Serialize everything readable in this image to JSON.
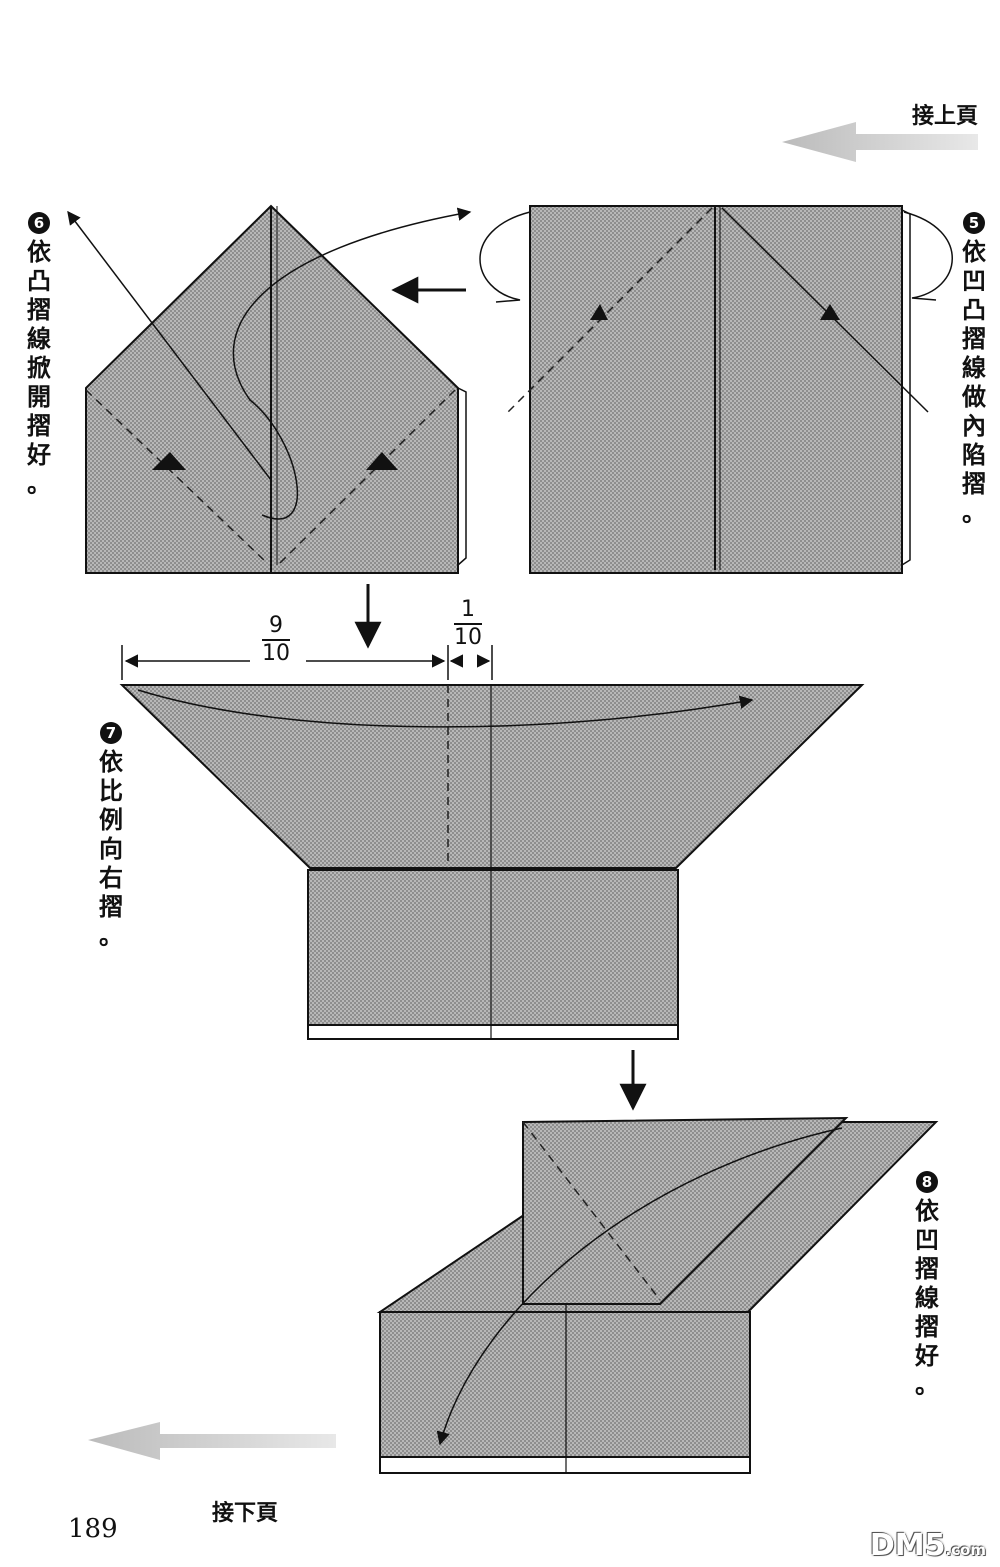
{
  "header": {
    "continue_from": "接上頁"
  },
  "footer": {
    "continue_to": "接下頁",
    "page_number": "189"
  },
  "steps": [
    {
      "num": "5",
      "chars": [
        "依",
        "凹",
        "凸",
        "摺",
        "線",
        "做",
        "內",
        "陷",
        "摺",
        "。"
      ]
    },
    {
      "num": "6",
      "chars": [
        "依",
        "凸",
        "摺",
        "線",
        "掀",
        "開",
        "摺",
        "好",
        "。"
      ]
    },
    {
      "num": "7",
      "chars": [
        "依",
        "比",
        "例",
        "向",
        "右",
        "摺",
        "。"
      ]
    },
    {
      "num": "8",
      "chars": [
        "依",
        "凹",
        "摺",
        "線",
        "摺",
        "好",
        "。"
      ]
    }
  ],
  "fractions": {
    "left": {
      "num": "9",
      "den": "10"
    },
    "right": {
      "num": "1",
      "den": "10"
    }
  },
  "watermark": {
    "main": "DM5",
    "suffix": ".com"
  }
}
